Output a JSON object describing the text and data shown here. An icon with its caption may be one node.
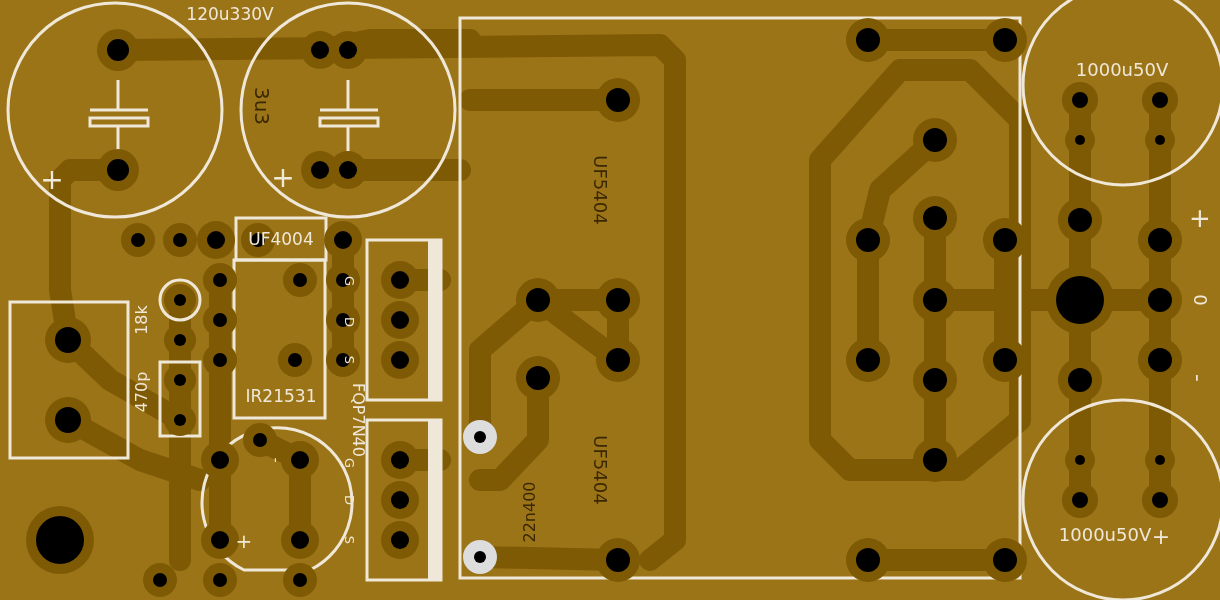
{
  "diagram": {
    "labels": [
      "120u330V",
      "1000u50V",
      "3u3",
      "UF5404",
      "+",
      "+",
      "+",
      "UF4004",
      "G",
      "0",
      "18k",
      "D",
      "S",
      "-",
      "IR21531",
      "470p",
      "FQP7N40",
      "-",
      "G",
      "UF5404",
      "22n400",
      "D",
      "+",
      "S",
      "1000u50V",
      "+"
    ]
  }
}
